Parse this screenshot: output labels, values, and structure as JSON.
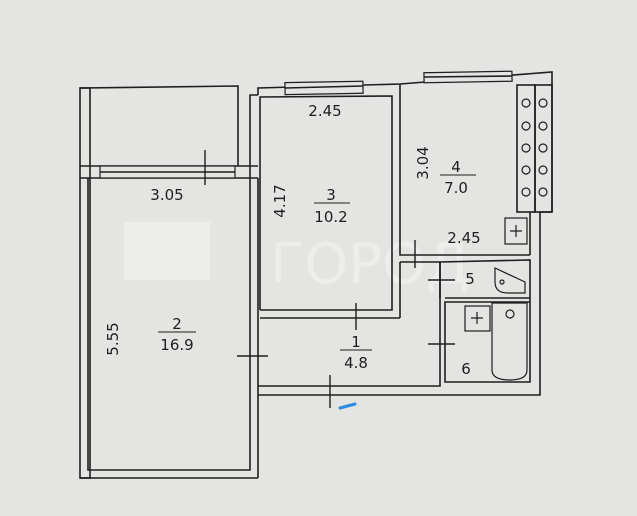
{
  "plan": {
    "watermark": "ГОРОД",
    "rooms": [
      {
        "number": "1",
        "area": "4.8"
      },
      {
        "number": "2",
        "area": "16.9"
      },
      {
        "number": "3",
        "area": "10.2"
      },
      {
        "number": "4",
        "area": "7.0"
      },
      {
        "number": "5"
      },
      {
        "number": "6"
      }
    ],
    "dimensions": {
      "room2_width": "3.05",
      "room2_length": "5.55",
      "room3_width": "2.45",
      "room3_length": "4.17",
      "room4_length": "3.04",
      "room4_width": "2.45"
    }
  }
}
